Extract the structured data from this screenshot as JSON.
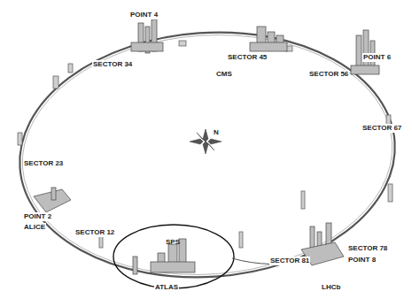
{
  "diagram": {
    "labels": [
      "POINT 4",
      "SECTOR 45",
      "SECTOR 34",
      "POINT 6",
      "CMS",
      "SECTOR 56",
      "SECTOR 67",
      "N",
      "SECTOR 23",
      "POINT 2",
      "ALICE",
      "SECTOR 12",
      "SPS",
      "SECTOR 78",
      "SECTOR 81",
      "POINT 8",
      "ATLAS",
      "LHCb"
    ]
  }
}
